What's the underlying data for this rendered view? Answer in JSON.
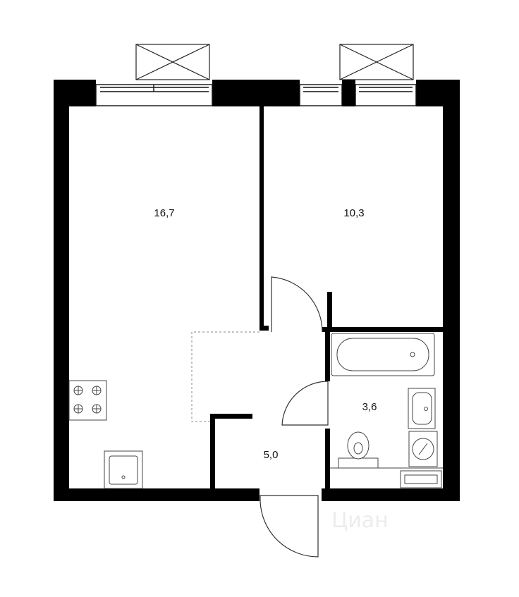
{
  "plan": {
    "rooms": [
      {
        "id": "living-kitchen",
        "area": "16,7"
      },
      {
        "id": "bedroom",
        "area": "10,3"
      },
      {
        "id": "bathroom",
        "area": "3,6"
      },
      {
        "id": "hallway",
        "area": "5,0"
      }
    ],
    "watermark": "Циан",
    "colors": {
      "wall": "#000000",
      "line": "#333333",
      "background": "#ffffff"
    },
    "icons": [
      "window-vent-icon",
      "window-icon",
      "door-swing-icon",
      "stove-icon",
      "sink-icon",
      "bathtub-icon",
      "toilet-icon",
      "washing-machine-icon",
      "cabinet-icon"
    ]
  }
}
